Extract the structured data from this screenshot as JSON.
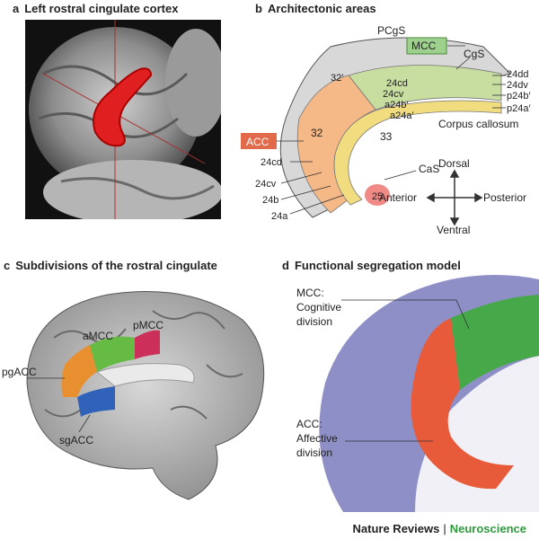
{
  "colors": {
    "acc_red": "#e85b3a",
    "mcc_green": "#47a84a",
    "lavender": "#8f8fc8",
    "amcc_green": "#66bb44",
    "pmcc_pink": "#cc2f5a",
    "pgacc_orange": "#e89030",
    "sgacc_blue": "#2f62b8",
    "acc_label_fill": "#e06a4a",
    "mcc_label_fill": "#9fd18e",
    "journal_section_green": "#2e9a3e"
  },
  "panel_a": {
    "letter": "a",
    "title": "Left rostral cingulate cortex"
  },
  "panel_b": {
    "letter": "b",
    "title": "Architectonic areas",
    "labels": {
      "pcgs": "PCgS",
      "mcc": "MCC",
      "cgs": "CgS",
      "a24dd": "24dd",
      "a24dv": "24dv",
      "p24b": "p24b′",
      "p24a": "p24a′",
      "a32p": "32′",
      "a24cd_inner": "24cd",
      "a24cv_inner": "24cv",
      "a24b_inner": "a24b′",
      "a24a_inner": "a24a′",
      "corpus_callosum": "Corpus callosum",
      "acc": "ACC",
      "a32": "32",
      "a33": "33",
      "a24cd": "24cd",
      "a24cv": "24cv",
      "a24b": "24b",
      "a24a": "24a",
      "cas": "CaS",
      "a25": "25"
    },
    "compass": {
      "dorsal": "Dorsal",
      "ventral": "Ventral",
      "anterior": "Anterior",
      "posterior": "Posterior"
    }
  },
  "panel_c": {
    "letter": "c",
    "title": "Subdivisions of the rostral cingulate",
    "labels": {
      "pmcc": "pMCC",
      "amcc": "aMCC",
      "pgacc": "pgACC",
      "sgacc": "sgACC"
    }
  },
  "panel_d": {
    "letter": "d",
    "title": "Functional segregation model",
    "mcc_line1": "MCC:",
    "mcc_line2": "Cognitive",
    "mcc_line3": "division",
    "acc_line1": "ACC:",
    "acc_line2": "Affective",
    "acc_line3": "division"
  },
  "footer": {
    "journal": "Nature Reviews",
    "separator": "|",
    "section": "Neuroscience"
  }
}
